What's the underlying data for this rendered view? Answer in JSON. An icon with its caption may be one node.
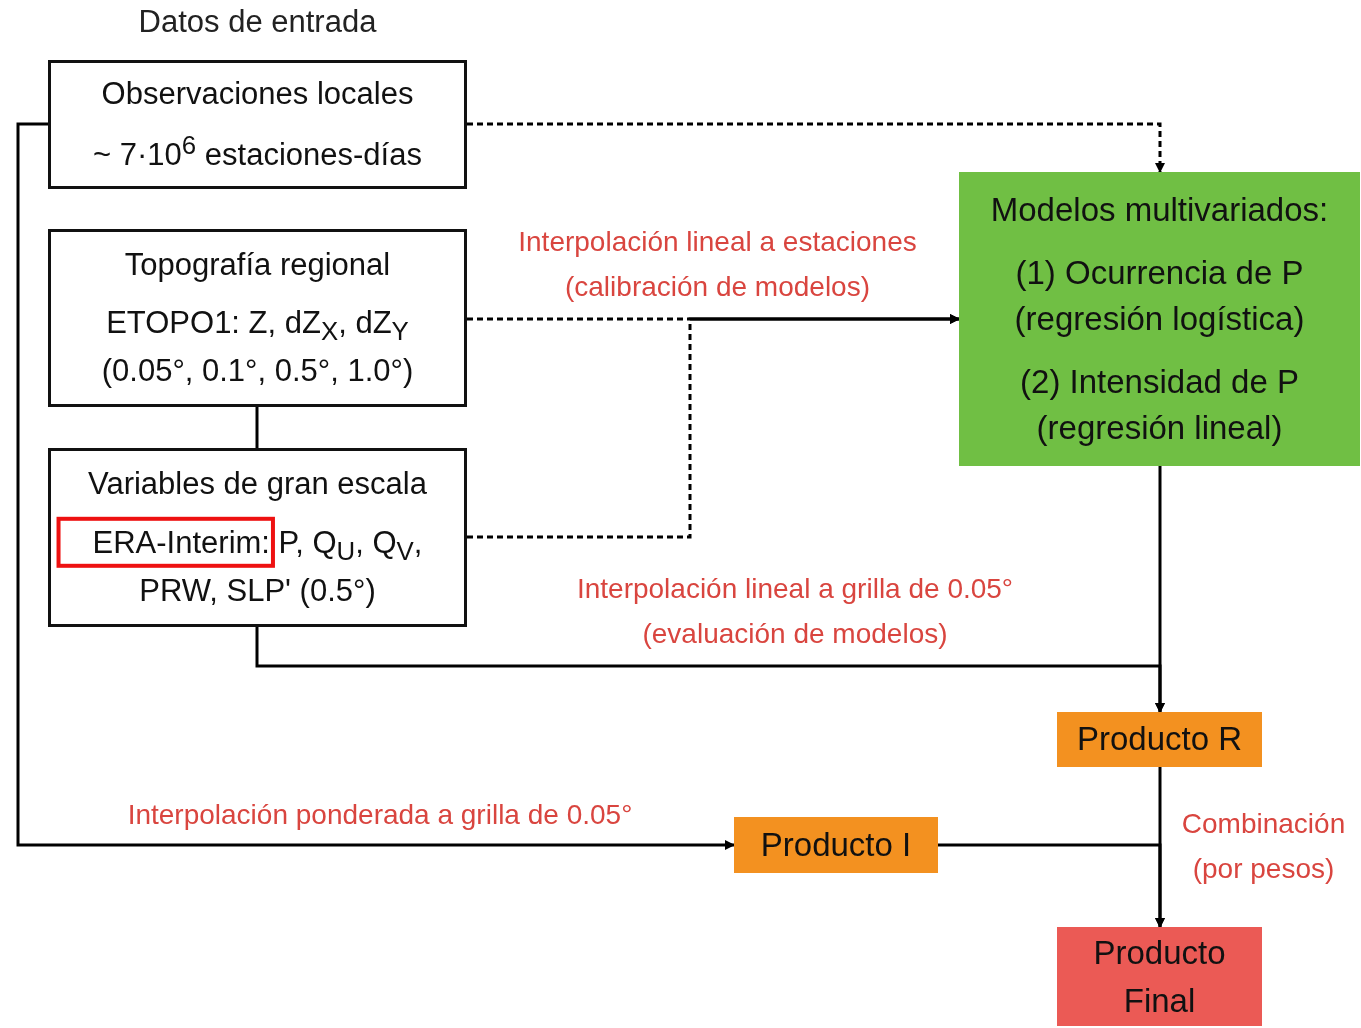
{
  "diagram": {
    "nodes": [
      {
        "text": [
          "Observaciones locales",
          "~ 7·10$^{6}$ estaciones-días"
        ]
      },
      {
        "text": [
          "Topografía regional",
          "ETOPO1: Z, dZ$_{X}$, dZ$_{Y}$ (0.05°, 0.1°, 0.5°, 1.0°)"
        ]
      },
      {
        "text": [
          "Variables de gran escala",
          "ERA-Interim: P, Q$_{U}$, Q$_{V}$, PRW, SLP' (0.5°)"
        ]
      },
      {
        "text": [
          "Modelos multivariados:",
          "(1) Ocurrencia de P (regresión logística)",
          "(2) Intensidad de P (regresión lineal)"
        ]
      },
      {
        "text": [
          "Producto R"
        ]
      },
      {
        "text": [
          "Producto I"
        ]
      },
      {
        "text": [
          "Producto Final"
        ]
      }
    ],
    "edges": [
      {
        "from": 0,
        "to": 3,
        "arrow": "to",
        "style": "dashed"
      },
      {
        "from": 1,
        "to": 3,
        "arrow": "to",
        "style": "dashed",
        "label": "Interpolación lineal a estaciones (calibración de modelos)"
      },
      {
        "from": 2,
        "to": 3,
        "arrow": "to",
        "style": "dashed"
      },
      {
        "from": 1,
        "to": 2,
        "arrow": "none"
      },
      {
        "from": 2,
        "to": 4,
        "arrow": "to",
        "label": "Interpolación lineal a grilla de 0.05° (evaluación de modelos)"
      },
      {
        "from": 3,
        "to": 4,
        "arrow": "to"
      },
      {
        "from": 0,
        "to": 5,
        "arrow": "to",
        "label": "Interpolación ponderada a grilla de 0.05°"
      },
      {
        "from": 4,
        "to": 6,
        "arrow": "to",
        "label": "Combinación (por pesos)"
      },
      {
        "from": 5,
        "to": 6,
        "arrow": "to"
      }
    ],
    "labels": [
      "Datos de entrada"
    ]
  }
}
